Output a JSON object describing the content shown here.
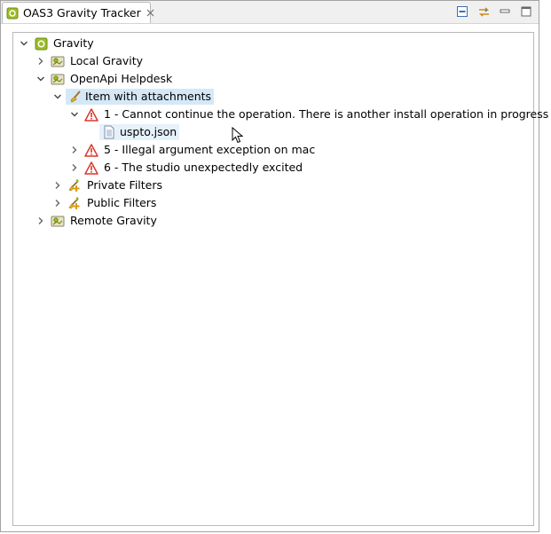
{
  "tab": {
    "title": "OAS3 Gravity Tracker",
    "icon": "gravity-app-icon"
  },
  "toolbar": {
    "buttons": [
      "collapse-all-icon",
      "link-sync-icon",
      "minimize-icon",
      "maximize-icon"
    ]
  },
  "tree": {
    "root": "Gravity",
    "local_gravity": "Local Gravity",
    "openapi_helpdesk": "OpenApi Helpdesk",
    "item_with_attachments": "Item with attachments",
    "issue_1": "1 - Cannot continue the operation. There is another install operation in progress",
    "attachment": "uspto.json",
    "issue_5": "5 - Illegal argument exception on mac",
    "issue_6": "6 - The studio unexpectedly excited",
    "private_filters": "Private Filters",
    "public_filters": "Public Filters",
    "remote_gravity": "Remote Gravity"
  },
  "colors": {
    "selection": "#d5e8f7",
    "warning": "#d9382b",
    "gravity_green": "#8ab020"
  }
}
